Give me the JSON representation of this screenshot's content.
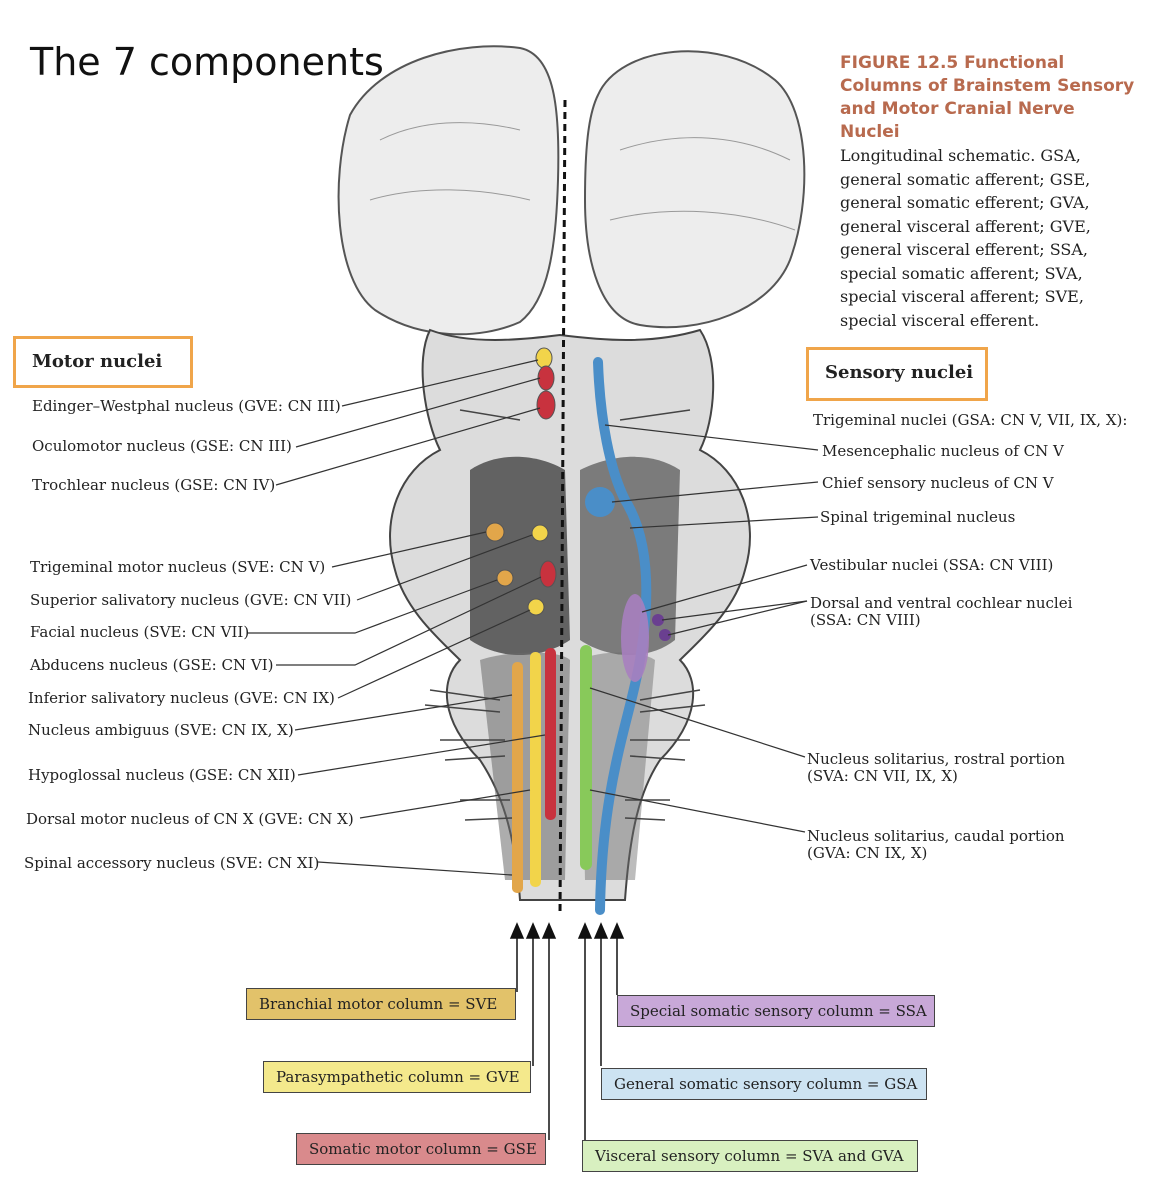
{
  "slide_title": "The 7 components",
  "figure": {
    "heading": "FIGURE 12.5 Functional Columns of Brainstem Sensory and Motor Cranial Nerve Nuclei",
    "body": "Longitudinal schematic. GSA, general somatic afferent; GSE, general somatic efferent; GVA, general visceral afferent; GVE, general visceral efferent; SSA, special somatic afferent; SVA, special visceral afferent; SVE, special visceral efferent."
  },
  "motor": {
    "heading": "Motor nuclei",
    "items": [
      "Edinger–Westphal nucleus (GVE: CN III)",
      "Oculomotor nucleus (GSE: CN III)",
      "Trochlear nucleus (GSE: CN IV)",
      "Trigeminal motor nucleus (SVE: CN V)",
      "Superior salivatory nucleus (GVE: CN VII)",
      "Facial nucleus (SVE: CN VII)",
      "Abducens nucleus (GSE: CN VI)",
      "Inferior salivatory nucleus (GVE: CN IX)",
      "Nucleus ambiguus (SVE: CN IX, X)",
      "Hypoglossal nucleus (GSE: CN XII)",
      "Dorsal motor nucleus of CN X (GVE: CN X)",
      "Spinal accessory nucleus (SVE: CN XI)"
    ]
  },
  "sensory": {
    "heading": "Sensory nuclei",
    "trigeminal_heading": "Trigeminal nuclei (GSA: CN V, VII, IX, X):",
    "items": [
      "Mesencephalic nucleus of CN V",
      "Chief sensory nucleus of CN V",
      "Spinal trigeminal nucleus",
      "Vestibular nuclei (SSA: CN VIII)",
      "Dorsal and ventral cochlear nuclei",
      "(SSA: CN VIII)",
      "Nucleus solitarius, rostral portion",
      "(SVA: CN VII, IX, X)",
      "Nucleus solitarius, caudal portion",
      "(GVA: CN IX, X)"
    ]
  },
  "columns": {
    "branchial_motor": "Branchial motor column = SVE",
    "parasympathetic": "Parasympathetic column = GVE",
    "somatic_motor": "Somatic motor column = GSE",
    "special_somatic_sensory": "Special somatic sensory column = SSA",
    "general_somatic_sensory": "General somatic sensory column = GSA",
    "visceral_sensory": "Visceral sensory column = SVA and GVA"
  },
  "colors": {
    "gse": "#c8323e",
    "gve": "#f2d44a",
    "sve": "#e2a64a",
    "gsa": "#4a8ec8",
    "ssa": "#a77fbf",
    "ssa_dark": "#6a3f90",
    "visceral": "#88c95a",
    "highlight_border": "#f0a54a",
    "caption_heading": "#b86a4e"
  }
}
